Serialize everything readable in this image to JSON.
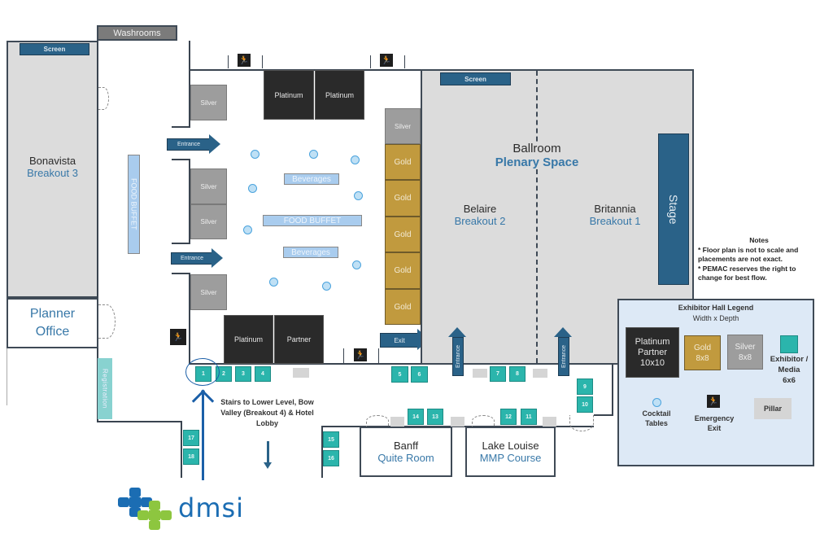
{
  "rooms": {
    "washrooms": "Washrooms",
    "bonavista": {
      "name": "Bonavista",
      "sub": "Breakout 3",
      "screen": "Screen"
    },
    "planner_office": {
      "line1": "Planner",
      "line2": "Office"
    },
    "registration": "Registration",
    "ballroom": {
      "name": "Ballroom",
      "sub": "Plenary Space",
      "screen": "Screen",
      "stage": "Stage"
    },
    "belaire": {
      "name": "Belaire",
      "sub": "Breakout 2"
    },
    "britannia": {
      "name": "Britannia",
      "sub": "Breakout 1"
    },
    "banff": {
      "name": "Banff",
      "sub": "Quite Room"
    },
    "lake_louise": {
      "name": "Lake Louise",
      "sub": "MMP Course"
    }
  },
  "hall": {
    "platinum_top": [
      "Platinum",
      "Platinum"
    ],
    "silver_left": [
      "Silver",
      "Silver",
      "Silver",
      "Silver"
    ],
    "silver_right": "Silver",
    "gold_right": [
      "Gold",
      "Gold",
      "Gold",
      "Gold",
      "Gold"
    ],
    "platinum_bottom": "Platinum",
    "partner_bottom": "Partner",
    "beverages_top": "Beverages",
    "food_buffet_center": "FOOD BUFFET",
    "beverages_bottom": "Beverages",
    "food_buffet_side": "FOOD BUFFET",
    "entrance_upper": "Entrance",
    "entrance_lower": "Entrance",
    "exit": "Exit",
    "ballroom_entrance_1": "Entrance",
    "ballroom_entrance_2": "Entrance"
  },
  "exhibitor_booths": [
    "1",
    "2",
    "3",
    "4",
    "5",
    "6",
    "7",
    "8",
    "9",
    "10",
    "11",
    "12",
    "13",
    "14",
    "15",
    "16",
    "17",
    "18"
  ],
  "directions": {
    "stairs": "Stairs to Lower Level, Bow Valley (Breakout 4) & Hotel Lobby"
  },
  "notes": {
    "title": "Notes",
    "line1": "* Floor plan is not to scale and placements are not exact.",
    "line2": "* PEMAC reserves the right to change for best flow."
  },
  "legend": {
    "title": "Exhibitor Hall Legend",
    "subtitle": "Width x Depth",
    "platinum": {
      "l1": "Platinum",
      "l2": "Partner",
      "l3": "10x10"
    },
    "gold": {
      "l1": "Gold",
      "l2": "8x8"
    },
    "silver": {
      "l1": "Silver",
      "l2": "8x8"
    },
    "exhibitor": {
      "l1": "Exhibitor /",
      "l2": "Media",
      "l3": "6x6"
    },
    "cocktail": {
      "l1": "Cocktail",
      "l2": "Tables"
    },
    "emergency": {
      "l1": "Emergency",
      "l2": "Exit"
    },
    "pillar": "Pillar"
  },
  "logo": {
    "text": "dmsi"
  },
  "colors": {
    "platinum": "#2a2a2a",
    "gold": "#c19a3e",
    "silver": "#9d9d9d",
    "exhibitor": "#2bb5ac",
    "accent_blue": "#2a6288",
    "logo_blue": "#1b6db3",
    "logo_green": "#8dc63f"
  }
}
